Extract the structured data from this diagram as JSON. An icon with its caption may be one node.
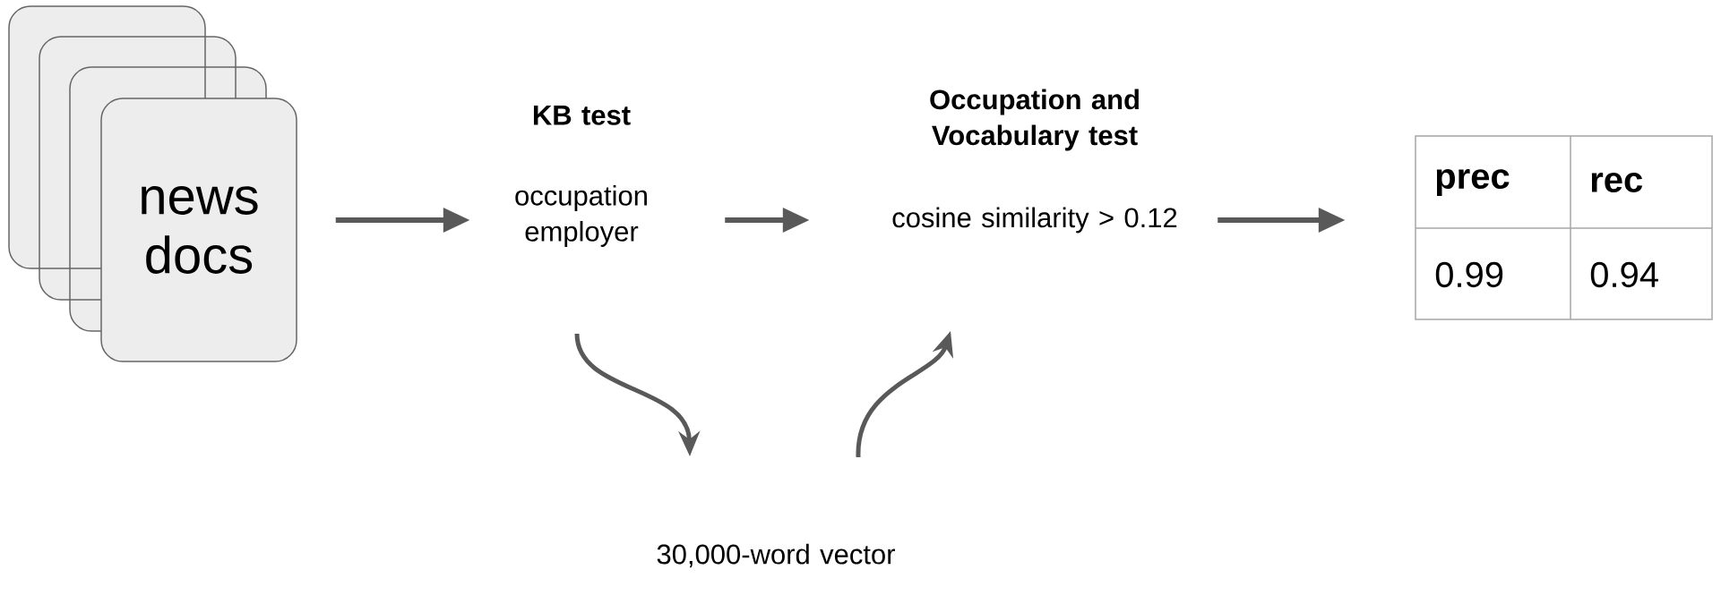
{
  "diagram": {
    "nodes": [
      {
        "text": [
          "news docs"
        ]
      },
      {
        "text": [
          "KB test",
          "occupation employer"
        ]
      },
      {
        "text": [
          "Occupation and Vocabulary test",
          "cosine similarity > 0.12"
        ]
      },
      {
        "text": [
          "prec",
          "rec",
          "0.99",
          "0.94"
        ]
      },
      {
        "text": [
          "30,000-word vector"
        ]
      }
    ],
    "edges": [
      {
        "from": 0,
        "to": 1,
        "arrow": "to"
      },
      {
        "from": 1,
        "to": 2,
        "arrow": "to"
      },
      {
        "from": 2,
        "to": 3,
        "arrow": "to"
      },
      {
        "from": 1,
        "to": 4,
        "arrow": "to"
      },
      {
        "from": 4,
        "to": 2,
        "arrow": "to"
      }
    ]
  }
}
